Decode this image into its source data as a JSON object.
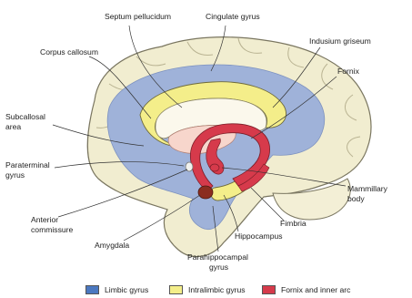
{
  "colors": {
    "limbic_gyrus": "#7d9ccb",
    "intralimbic_gyrus": "#f4ee8a",
    "fornix_inner_arc": "#d63a4b",
    "cortex": "#f1edd0",
    "amygdala": "#8b2d1f"
  },
  "labels": {
    "septum_pellucidum": "Septum pellucidum",
    "cingulate_gyrus": "Cingulate gyrus",
    "indusium_griseum": "Indusium griseum",
    "corpus_callosum": "Corpus callosum",
    "fornix": "Fornix",
    "subcallosal_line1": "Subcallosal",
    "subcallosal_line2": "area",
    "paraterminal_line1": "Paraterminal",
    "paraterminal_line2": "gyrus",
    "mammillary_line1": "Mammillary",
    "mammillary_line2": "body",
    "anterior_line1": "Anterior",
    "anterior_line2": "commissure",
    "fimbria": "Fimbria",
    "amygdala": "Amygdala",
    "hippocampus": "Hippocampus",
    "parahippocampal_line1": "Parahippocampal",
    "parahippocampal_line2": "gyrus"
  },
  "legend": [
    {
      "label": "Limbic gyrus",
      "color": "#4b78c0"
    },
    {
      "label": "Intralimbic gyrus",
      "color": "#f4ee8a"
    },
    {
      "label": "Fornix and inner arc",
      "color": "#d63a4b"
    }
  ]
}
